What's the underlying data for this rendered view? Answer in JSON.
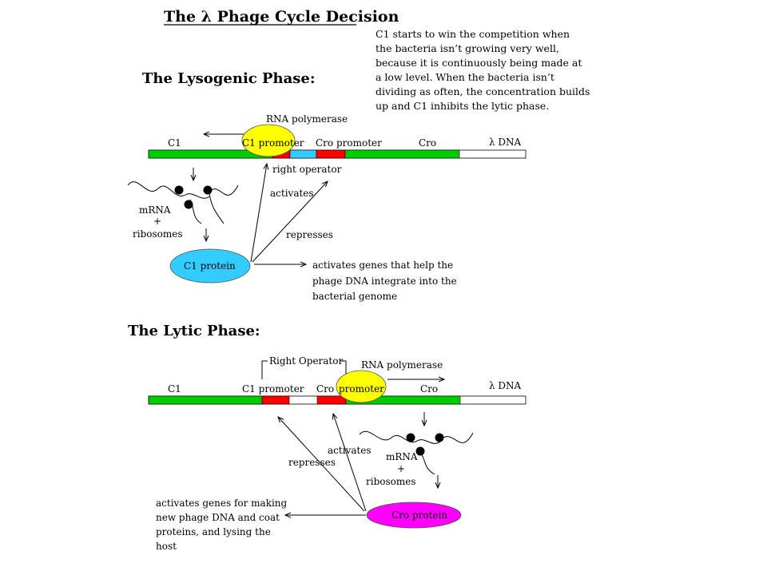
{
  "title": "The λ Phage Cycle Decision",
  "explanation": [
    "C1 starts to win the competition when",
    "the bacteria isn’t growing very well,",
    "because it is continuously being made at",
    "a low level. When the bacteria isn’t",
    "dividing as often, the concentration builds",
    "up and C1 inhibits the lytic phase."
  ],
  "lysogenic": {
    "heading": "The Lysogenic Phase:",
    "rna_polymerase": "RNA polymerase",
    "c1": "C1",
    "c1_promoter": "C1 promoter",
    "cro_promoter": "Cro promoter",
    "cro": "Cro",
    "dna": "λ  DNA",
    "right_operator": "right operator",
    "activates": "activates",
    "represses": "represses",
    "mrna": "mRNA",
    "plus": "+",
    "ribosomes": "ribosomes",
    "protein": "C1 protein",
    "effect": [
      "activates genes that help the",
      "phage DNA integrate into the",
      "bacterial genome"
    ]
  },
  "lytic": {
    "heading": "The Lytic Phase:",
    "right_operator": "Right Operator",
    "rna_polymerase": "RNA polymerase",
    "c1": "C1",
    "c1_promoter": "C1 promoter",
    "cro_promoter_a": "Cro",
    "cro_promoter_b": "promoter",
    "cro": "Cro",
    "dna": "λ  DNA",
    "activates": "activates",
    "represses": "represses",
    "mrna": "mRNA",
    "plus": "+",
    "ribosomes": "ribosomes",
    "protein": "Cro protein",
    "effect": [
      "activates genes for making",
      "new phage DNA and coat",
      "proteins, and lysing the",
      "host"
    ]
  },
  "colors": {
    "gene": "#00cc00",
    "operator": "#ff0000",
    "spacer": "#33ccff",
    "rna_polymerase": "#ffff00",
    "c1_protein": "#33ccff",
    "cro_protein": "#ff00ff"
  }
}
